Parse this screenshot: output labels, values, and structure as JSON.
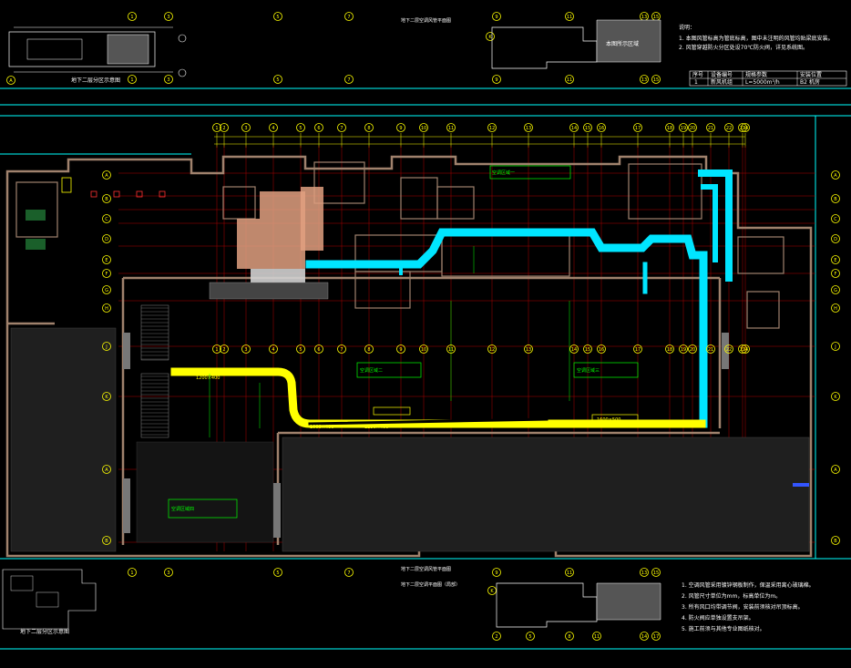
{
  "drawing": {
    "top_plan_title": "地下二层空调风管平面图",
    "top_keyplan_caption": "地下二层分区示意图",
    "bottom_plan_title": "地下二层空调风管平面图",
    "bottom_plan_subtitle": "地下二层空调平面图（局部）",
    "bottom_keyplan_caption": "地下二层分区示意图",
    "keyplan_hatch_label": "本图所示区域",
    "notes_header": "说明：",
    "notes_top": [
      "1. 本图风管标高为管底标高，图中未注明的风管均贴梁底安装。",
      "2. 风管穿越防火分区处设70℃防火阀，详见系统图。"
    ],
    "equipment_table": {
      "headers": [
        "序号",
        "设备编号",
        "规格参数",
        "安装位置"
      ],
      "row": [
        "1",
        "新风机组",
        "L=5000m³/h",
        "B2 机房"
      ]
    },
    "notes_bottom": [
      "1. 空调风管采用镀锌钢板制作，保温采用离心玻璃棉。",
      "2. 风管尺寸单位为mm，标高单位为m。",
      "3. 所有风口均带调节阀，安装前须核对吊顶标高。",
      "4. 防火阀应单独设置支吊架。",
      "5. 施工前须与其他专业图纸核对。"
    ],
    "grid_axes_vertical": [
      "1",
      "2",
      "3",
      "4",
      "5",
      "6",
      "7",
      "8",
      "9",
      "10",
      "11",
      "12",
      "13",
      "14",
      "15",
      "16",
      "17",
      "18",
      "19",
      "20",
      "21",
      "22",
      "23",
      "24"
    ],
    "grid_axes_horizontal": [
      "A",
      "B",
      "C",
      "D",
      "E",
      "F",
      "G",
      "H",
      "J",
      "K"
    ],
    "duct_labels": {
      "main_duct": "1200×400",
      "yellow_duct_a": "1000×400",
      "yellow_duct_b": "1250×400",
      "yellow_duct_c": "1600×500"
    },
    "zone_labels": [
      "空调区域一",
      "空调区域二",
      "空调区域三",
      "空调区域四"
    ],
    "colors": {
      "background": "#000000",
      "wall": "#a0826d",
      "grid": "#ff0000",
      "dimension": "#ffff00",
      "duct_cyan": "#00e5ff",
      "duct_yellow": "#ffff00",
      "annotation": "#00ff00",
      "frame": "#00ffff"
    }
  }
}
